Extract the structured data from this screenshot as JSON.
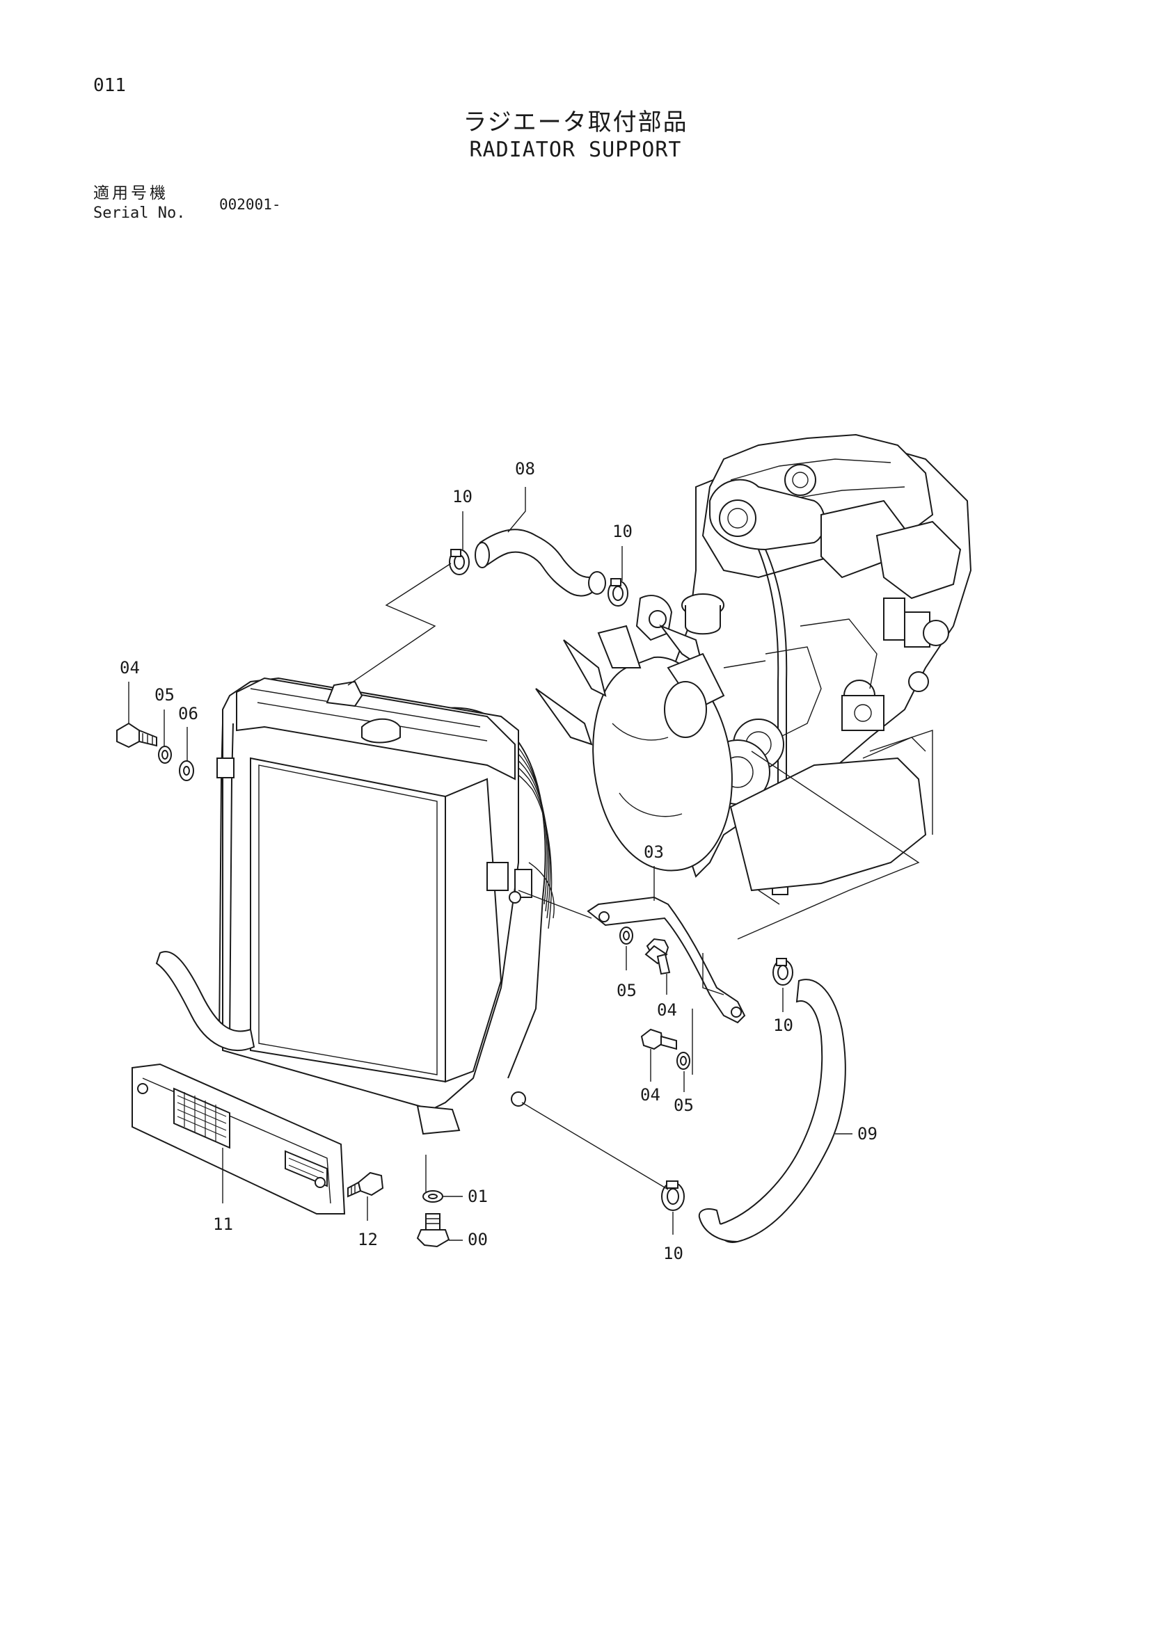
{
  "header": {
    "page_number": "011",
    "title_jp": "ラジエータ取付部品",
    "title_en": "RADIATOR SUPPORT"
  },
  "serial": {
    "label_jp": "適用号機",
    "label_en": "Serial No.",
    "value": "002001-"
  },
  "callouts": {
    "c08": "08",
    "c10_top_left": "10",
    "c10_top_right": "10",
    "c04_left": "04",
    "c05_left": "05",
    "c06_left": "06",
    "c03": "03",
    "c05_mid": "05",
    "c04_mid": "04",
    "c10_right": "10",
    "c04_low": "04",
    "c05_low": "05",
    "c09": "09",
    "c01": "01",
    "c00": "00",
    "c11": "11",
    "c12": "12",
    "c10_bottom": "10"
  }
}
